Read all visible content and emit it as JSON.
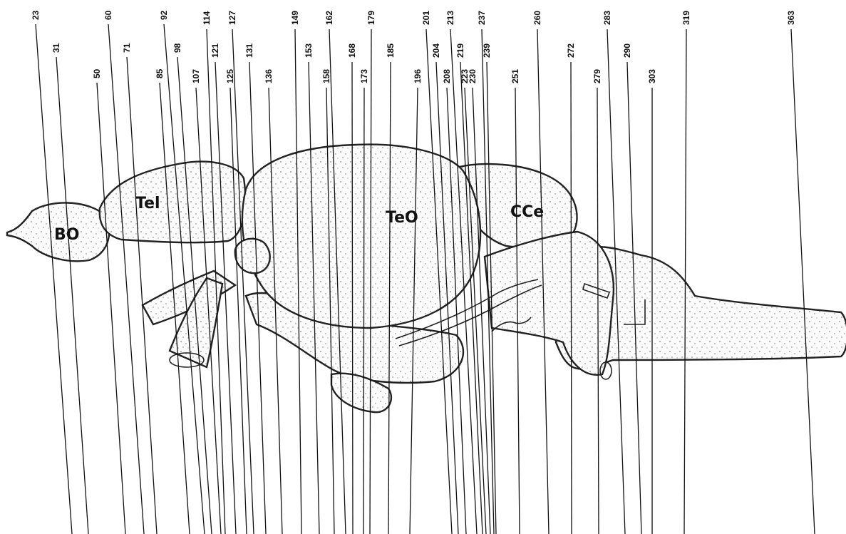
{
  "section_numbers": [
    "23",
    "31",
    "50",
    "60",
    "71",
    "85",
    "92",
    "98",
    "107",
    "114",
    "121",
    "125",
    "127",
    "131",
    "136",
    "149",
    "153",
    "158",
    "162",
    "168",
    "173",
    "179",
    "185",
    "196",
    "201",
    "204",
    "208",
    "213",
    "219",
    "223",
    "230",
    "237",
    "239",
    "251",
    "260",
    "272",
    "279",
    "283",
    "290",
    "303",
    "319",
    "363"
  ],
  "region_labels": {
    "bo": "BO",
    "tel": "Tel",
    "teo": "TeO",
    "cce": "CCe"
  }
}
